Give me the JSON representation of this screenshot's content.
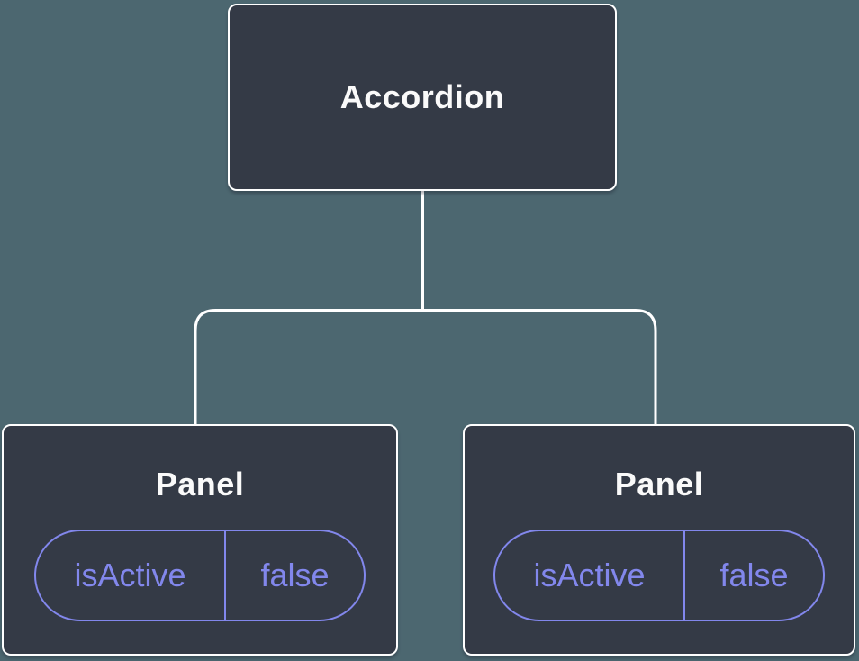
{
  "canvas": {
    "background": "#4C6770",
    "node_fill": "#343A46",
    "node_border": "#FFFFFF",
    "accent": "#8287EC"
  },
  "tree": {
    "root": {
      "label": "Accordion"
    },
    "children": [
      {
        "label": "Panel",
        "state": {
          "key": "isActive",
          "value": "false"
        }
      },
      {
        "label": "Panel",
        "state": {
          "key": "isActive",
          "value": "false"
        }
      }
    ]
  }
}
